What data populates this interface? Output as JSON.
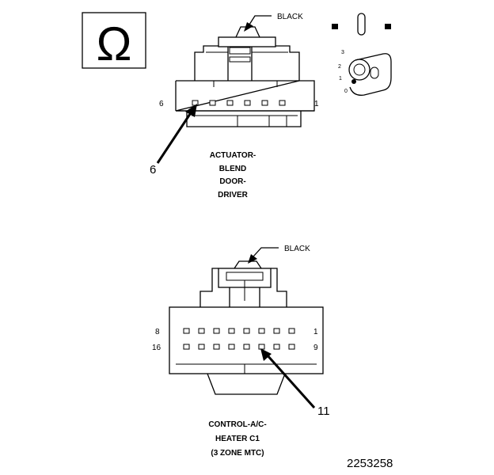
{
  "connector1": {
    "color_label": "BLACK",
    "pin_left": "6",
    "pin_right": "1",
    "callout_pin": "6",
    "caption": [
      "ACTUATOR-",
      "BLEND",
      "DOOR-",
      "DRIVER"
    ]
  },
  "connector2": {
    "color_label": "BLACK",
    "row1_left": "8",
    "row1_right": "1",
    "row2_left": "16",
    "row2_right": "9",
    "callout_pin": "11",
    "caption": [
      "CONTROL-A/C-",
      "HEATER C1",
      "(3 ZONE MTC)"
    ]
  },
  "key_icon": {
    "positions": [
      "3",
      "2",
      "1",
      "0"
    ]
  },
  "figure_number": "2253258",
  "icons": [
    "ohm-symbol-icon",
    "key-position-icon"
  ]
}
